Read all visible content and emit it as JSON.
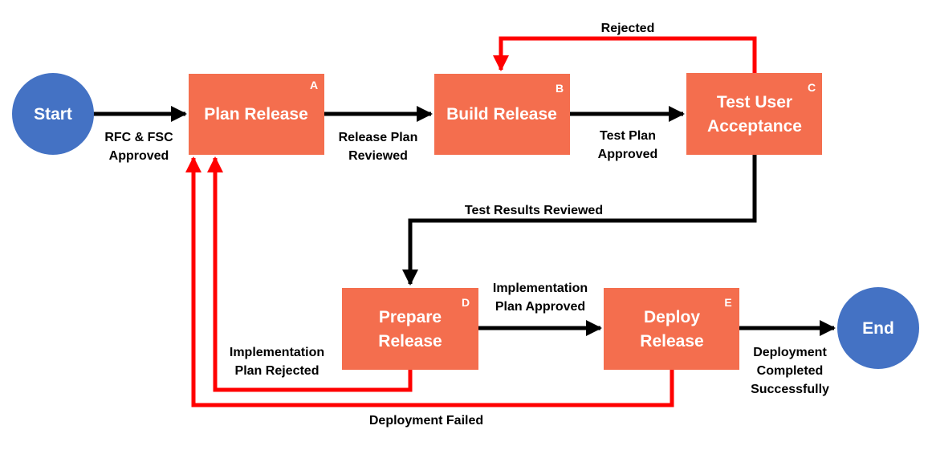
{
  "colors": {
    "process": "#F46E4E",
    "terminal": "#4472C4",
    "flow": "#000000",
    "reject": "#FF0000",
    "text": "#FFFFFF"
  },
  "nodes": {
    "start": {
      "label": "Start"
    },
    "end": {
      "label": "End"
    },
    "plan_release": {
      "letter": "A",
      "lines": [
        "Plan Release"
      ]
    },
    "build_release": {
      "letter": "B",
      "lines": [
        "Build Release"
      ]
    },
    "test_user_acceptance": {
      "letter": "C",
      "lines": [
        "Test User",
        "Acceptance"
      ]
    },
    "prepare_release": {
      "letter": "D",
      "lines": [
        "Prepare",
        "Release"
      ]
    },
    "deploy_release": {
      "letter": "E",
      "lines": [
        "Deploy",
        "Release"
      ]
    }
  },
  "edges": {
    "rfc_fsc_approved": [
      "RFC & FSC",
      "Approved"
    ],
    "release_plan_reviewed": [
      "Release Plan",
      "Reviewed"
    ],
    "test_plan_approved": [
      "Test Plan",
      "Approved"
    ],
    "rejected": [
      "Rejected"
    ],
    "test_results_reviewed": [
      "Test Results Reviewed"
    ],
    "implementation_plan_approved": [
      "Implementation",
      "Plan Approved"
    ],
    "implementation_plan_rejected": [
      "Implementation",
      "Plan Rejected"
    ],
    "deployment_failed": [
      "Deployment Failed"
    ],
    "deployment_completed": [
      "Deployment",
      "Completed",
      "Successfully"
    ]
  }
}
